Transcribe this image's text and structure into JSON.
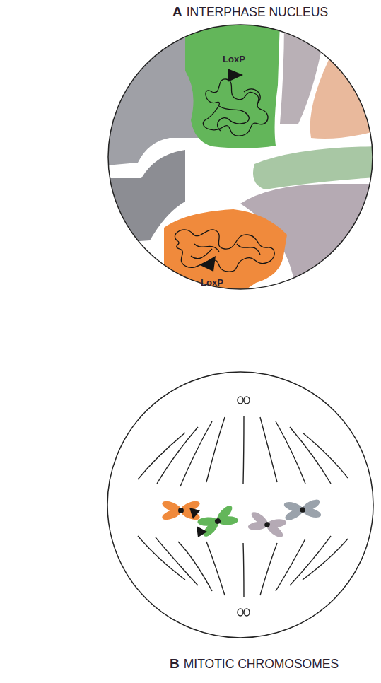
{
  "diagram": {
    "labels": [
      "A",
      "INTERPHASE NUCLEUS",
      "LoxP",
      "LoxP",
      "B",
      "MITOTIC CHROMOSOMES"
    ]
  }
}
